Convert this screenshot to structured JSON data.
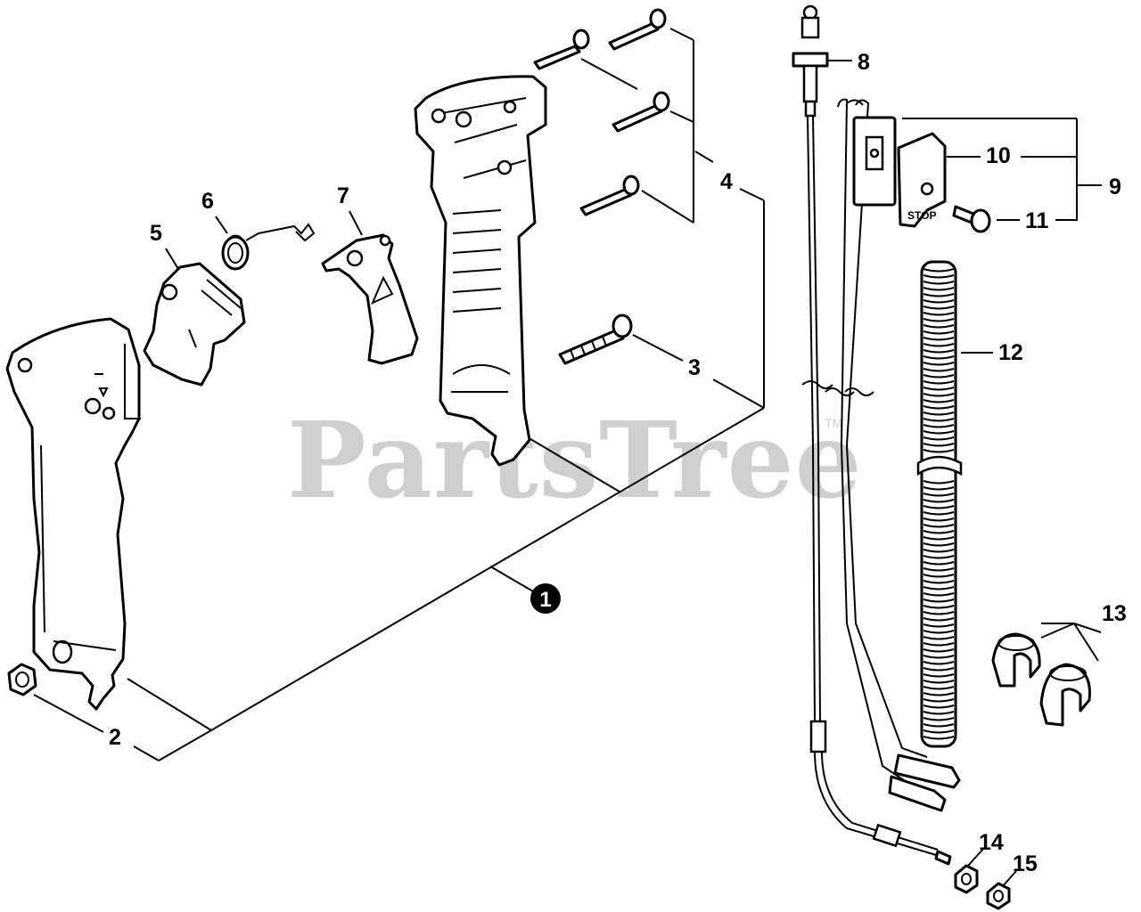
{
  "watermark": {
    "text": "PartsTree",
    "trademark": "TM"
  },
  "badge": {
    "number": "1"
  },
  "stop_label": "STOP",
  "labels": [
    "2",
    "3",
    "4",
    "5",
    "6",
    "7",
    "8",
    "9",
    "10",
    "11",
    "12",
    "13",
    "14",
    "15"
  ],
  "colors": {
    "ink": "#000000",
    "watermark": "#cfcfcf",
    "background": "#ffffff"
  }
}
